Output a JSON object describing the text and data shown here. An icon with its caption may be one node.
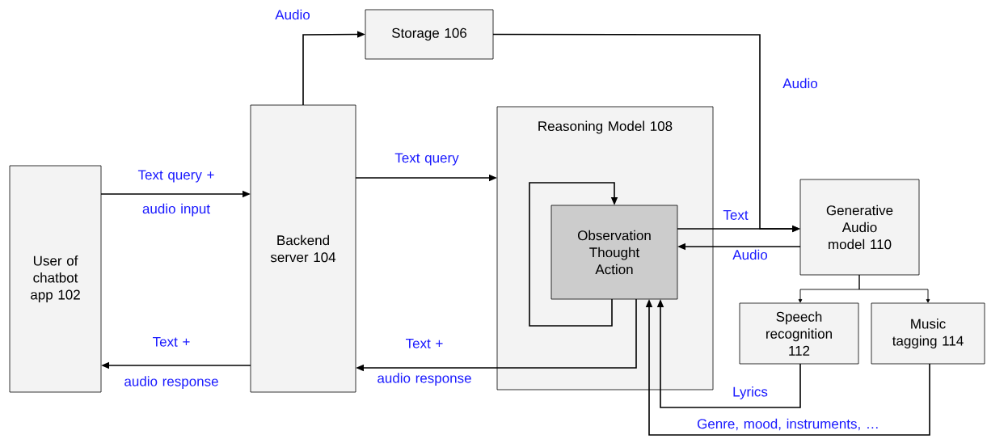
{
  "diagram": {
    "nodes": [
      {
        "text": [
          "User of chatbot app 102"
        ]
      },
      {
        "text": [
          "Backend server 104"
        ]
      },
      {
        "text": [
          "Storage 106"
        ]
      },
      {
        "text": [
          "Reasoning Model 108"
        ]
      },
      {
        "text": [
          "Observation Thought Action"
        ],
        "in": 3
      },
      {
        "text": [
          "Generative Audio model 110"
        ]
      },
      {
        "text": [
          "Speech recognition 112"
        ]
      },
      {
        "text": [
          "Music tagging 114"
        ]
      }
    ],
    "edges": [
      {
        "from": 0,
        "to": 1,
        "arrow": "to",
        "label": "Text query + audio input"
      },
      {
        "from": 1,
        "to": 2,
        "arrow": "to",
        "label": "Audio"
      },
      {
        "from": 1,
        "to": 3,
        "arrow": "to",
        "label": "Text query"
      },
      {
        "from": 4,
        "to": 4,
        "arrow": "to"
      },
      {
        "from": 4,
        "to": 5,
        "arrow": "to",
        "label": "Text"
      },
      {
        "from": 2,
        "to": 5,
        "arrow": "to",
        "label": "Audio"
      },
      {
        "from": 5,
        "to": 4,
        "arrow": "to",
        "label": "Audio"
      },
      {
        "from": 4,
        "to": 1,
        "arrow": "to",
        "label": "Text + audio response"
      },
      {
        "from": 1,
        "to": 0,
        "arrow": "to",
        "label": "Text + audio response"
      },
      {
        "from": 5,
        "to": 6,
        "arrow": "to"
      },
      {
        "from": 5,
        "to": 7,
        "arrow": "to"
      },
      {
        "from": 6,
        "to": 4,
        "arrow": "to",
        "label": "Lyrics"
      },
      {
        "from": 7,
        "to": 4,
        "arrow": "to",
        "label": "Genre, mood, instruments, …"
      }
    ]
  }
}
